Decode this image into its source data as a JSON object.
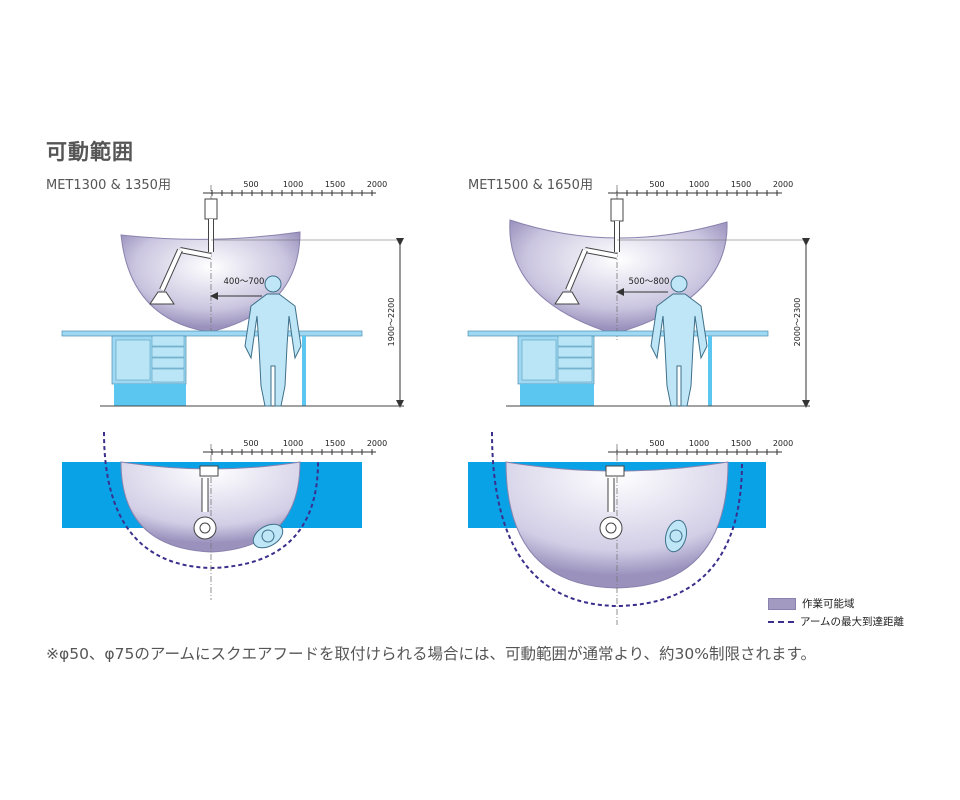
{
  "title": "可動範囲",
  "panels": [
    {
      "model": "MET1300 & 1350用",
      "reach_label": "400～700",
      "height_label": "1900～2200"
    },
    {
      "model": "MET1500 & 1650用",
      "reach_label": "500～800",
      "height_label": "2000～2300"
    }
  ],
  "scale_labels": [
    "500",
    "1000",
    "1500",
    "2000"
  ],
  "legend": {
    "work_area": "作業可能域",
    "max_reach": "アームの最大到達距離",
    "work_area_color": "#a29ac0",
    "max_reach_color": "#3a2f8c"
  },
  "note": "※φ50、φ75のアームにスクエアフードを取付けられる場合には、可動範囲が通常より、約30%制限されます。",
  "colors": {
    "table": "#5bc6ef",
    "cabinet": "#9ed8f3",
    "person": "#bfe6f6",
    "top_table": "#0aa2e6"
  }
}
